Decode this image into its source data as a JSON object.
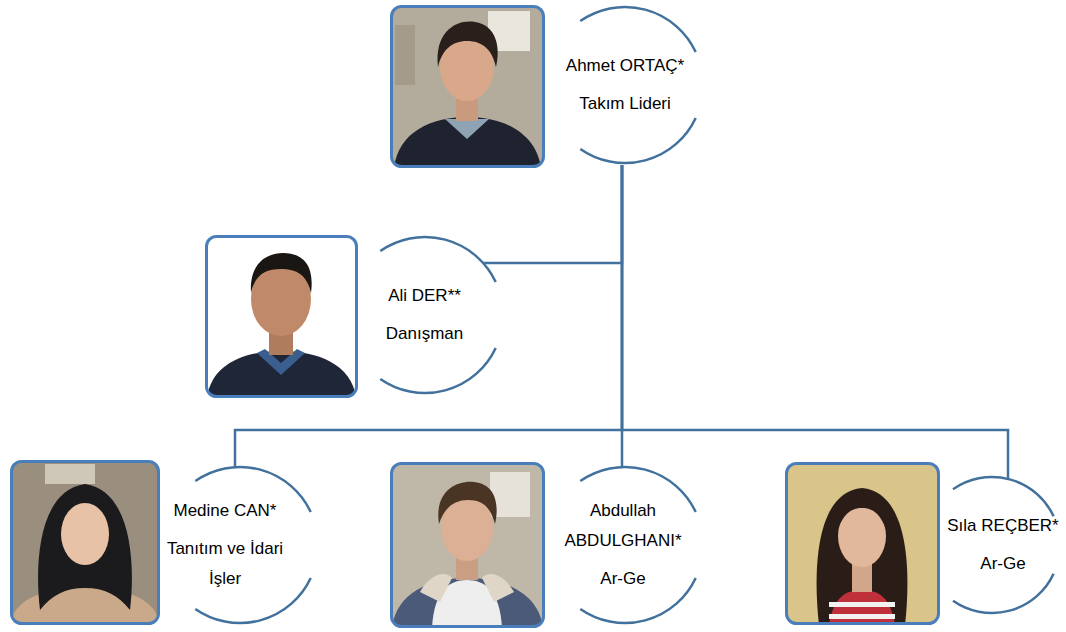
{
  "diagram": {
    "nodes": [
      {
        "text": [
          "Ahmet ORTAÇ*",
          "Takım Lideri"
        ]
      },
      {
        "text": [
          "Ali DER**",
          "Danışman"
        ]
      },
      {
        "text": [
          "Medine CAN*",
          "Tanıtım ve İdari İşler"
        ]
      },
      {
        "text": [
          "Abdullah ABDULGHANI*",
          "Ar-Ge"
        ]
      },
      {
        "text": [
          "Sıla REÇBER*",
          "Ar-Ge"
        ]
      }
    ],
    "edges": [
      {
        "from": 0,
        "to": 1,
        "arrow": "none"
      },
      {
        "from": 0,
        "to": 2,
        "arrow": "none"
      },
      {
        "from": 0,
        "to": 3,
        "arrow": "none"
      },
      {
        "from": 0,
        "to": 4,
        "arrow": "none"
      }
    ]
  }
}
